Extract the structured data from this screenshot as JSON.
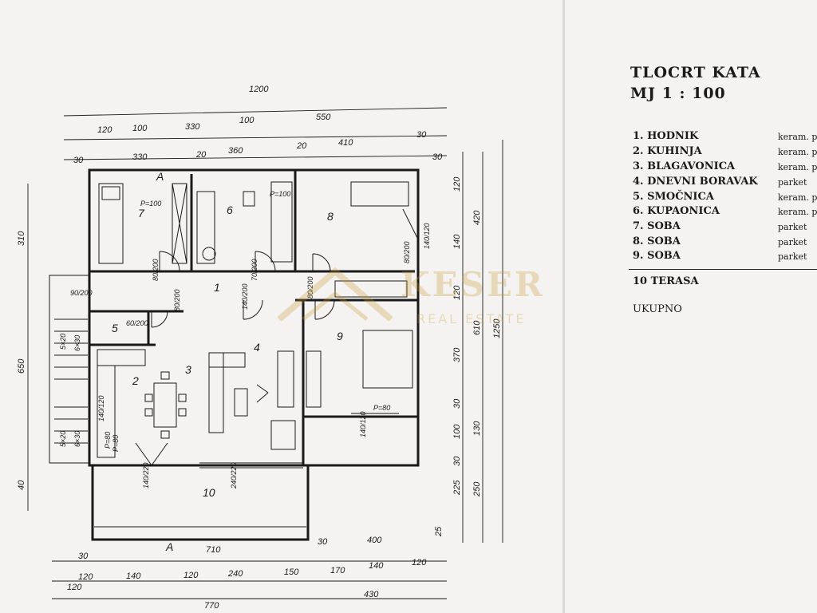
{
  "legend": {
    "title": "TLOCRT KATA",
    "scale": "MJ 1 : 100",
    "rooms": [
      {
        "label": "1.  HODNIK",
        "finish": "keram. p"
      },
      {
        "label": "2.  KUHINJA",
        "finish": "keram. p"
      },
      {
        "label": "3.  BLAGAVONICA",
        "finish": "keram. p"
      },
      {
        "label": "4.  DNEVNI BORAVAK",
        "finish": "parket"
      },
      {
        "label": "5.  SMOČNICA",
        "finish": "keram. p"
      },
      {
        "label": "6.  KUPAONICA",
        "finish": "keram. p"
      },
      {
        "label": "7.  SOBA",
        "finish": "parket"
      },
      {
        "label": "8.  SOBA",
        "finish": "parket"
      },
      {
        "label": "9.  SOBA",
        "finish": "parket"
      }
    ],
    "terrace": "10  TERASA",
    "total": "UKUPNO"
  },
  "watermark": {
    "name": "KESER",
    "sub": "REAL ESTATE"
  },
  "plan": {
    "room_numbers": [
      "1",
      "2",
      "3",
      "4",
      "5",
      "6",
      "7",
      "8",
      "9",
      "10"
    ],
    "section_mark": "A",
    "dim_top": {
      "total": "1200",
      "row1": [
        "120",
        "100",
        "330",
        "100",
        "550",
        "30"
      ],
      "row2": [
        "30",
        "330",
        "20",
        "360",
        "20",
        "410",
        "30"
      ]
    },
    "dim_bottom": {
      "row1": [
        "30",
        "710",
        "30",
        "400"
      ],
      "row2": [
        "120",
        "140",
        "120",
        "240",
        "150",
        "170",
        "140",
        "120"
      ],
      "row3": [
        "120",
        "770",
        "430"
      ]
    },
    "dim_left": [
      "310",
      "650",
      "40"
    ],
    "dim_right": {
      "row1": [
        "120",
        "140",
        "120",
        "370",
        "30",
        "100",
        "30",
        "225",
        "25"
      ],
      "row2": [
        "420",
        "610",
        "130",
        "250"
      ],
      "total": "1250"
    },
    "openings": [
      "P=100",
      "P=100",
      "90/200",
      "60/200",
      "80/200",
      "80/200",
      "80/200",
      "140/200",
      "70/200",
      "80/200",
      "140/120",
      "P=80",
      "140/120",
      "P=80",
      "140/120",
      "140/220",
      "240/220",
      "P=80",
      "5×20",
      "5×20",
      "6×30",
      "6×30"
    ]
  }
}
